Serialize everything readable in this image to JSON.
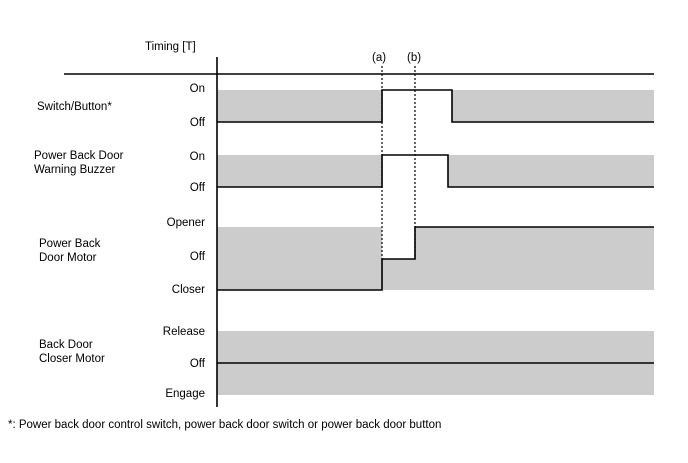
{
  "timing_label": "Timing [T]",
  "markers": [
    "(a)",
    "(b)"
  ],
  "signals": [
    {
      "name_lines": [
        "Switch/Button*"
      ],
      "levels": [
        "On",
        "Off"
      ]
    },
    {
      "name_lines": [
        "Power Back Door",
        "Warning Buzzer"
      ],
      "levels": [
        "On",
        "Off"
      ]
    },
    {
      "name_lines": [
        "Power Back",
        "Door Motor"
      ],
      "levels": [
        "Opener",
        "Off",
        "Closer"
      ]
    },
    {
      "name_lines": [
        "Back Door",
        "Closer Motor"
      ],
      "levels": [
        "Release",
        "Off",
        "Engage"
      ]
    }
  ],
  "footnote": "*: Power back door control switch, power back door switch or power back door button",
  "colors": {
    "band": "#cccccc",
    "line": "#000000",
    "background": "#ffffff"
  }
}
